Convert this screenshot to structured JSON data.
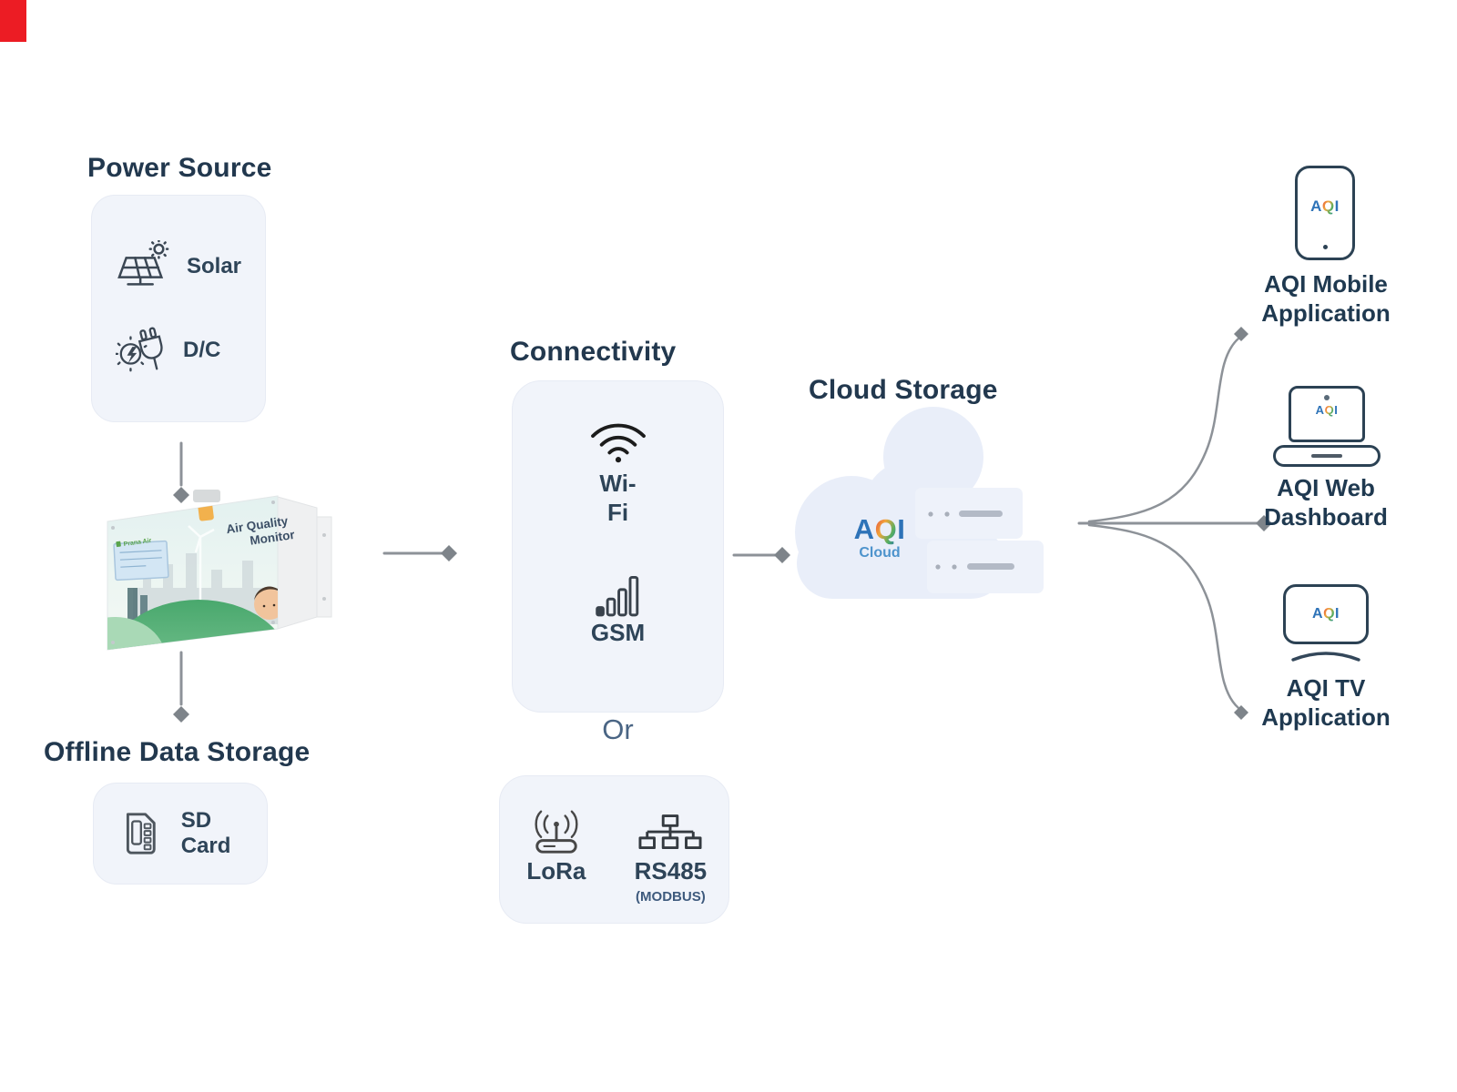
{
  "marker": {
    "color": "#ec1c24"
  },
  "power": {
    "title": "Power Source",
    "items": [
      {
        "icon": "solar-panel-icon",
        "label": "Solar"
      },
      {
        "icon": "dc-plug-icon",
        "label": "D/C"
      }
    ]
  },
  "device": {
    "brand": "Prana Air",
    "name_line1": "Air Quality",
    "name_line2": "Monitor"
  },
  "offline": {
    "title": "Offline Data Storage",
    "item": {
      "icon": "sd-card-icon",
      "label": "SD Card"
    }
  },
  "connectivity": {
    "title": "Connectivity",
    "wifi_line1": "Wi-",
    "wifi_line2": "Fi",
    "gsm": "GSM",
    "or": "Or",
    "lora": "LoRa",
    "rs485": "RS485",
    "rs485_sub": "(MODBUS)"
  },
  "cloud": {
    "title": "Cloud Storage",
    "logo_a": "A",
    "logo_q": "Q",
    "logo_i": "I",
    "logo_sub": "Cloud"
  },
  "outputs": [
    {
      "icon": "smartphone-icon",
      "label_line1": "AQI Mobile",
      "label_line2": "Application"
    },
    {
      "icon": "laptop-icon",
      "label_line1": "AQI Web",
      "label_line2": "Dashboard"
    },
    {
      "icon": "tv-icon",
      "label_line1": "AQI TV",
      "label_line2": "Application"
    }
  ],
  "colors": {
    "title_text": "#22384e",
    "label_text": "#2e4458",
    "or_text": "#4a6584",
    "connector_line": "#8d9298",
    "diamond": "#7e848a",
    "card_bg": "#f1f4fa",
    "cloud_bg": "#e9eef9",
    "logo_blue": "#2e73b8",
    "logo_orange": "#f2a63b",
    "logo_green": "#53ae63",
    "logo_red": "#e3493f",
    "cloud_sub_blue": "#4d93cc",
    "marker_red": "#ec1c24"
  }
}
